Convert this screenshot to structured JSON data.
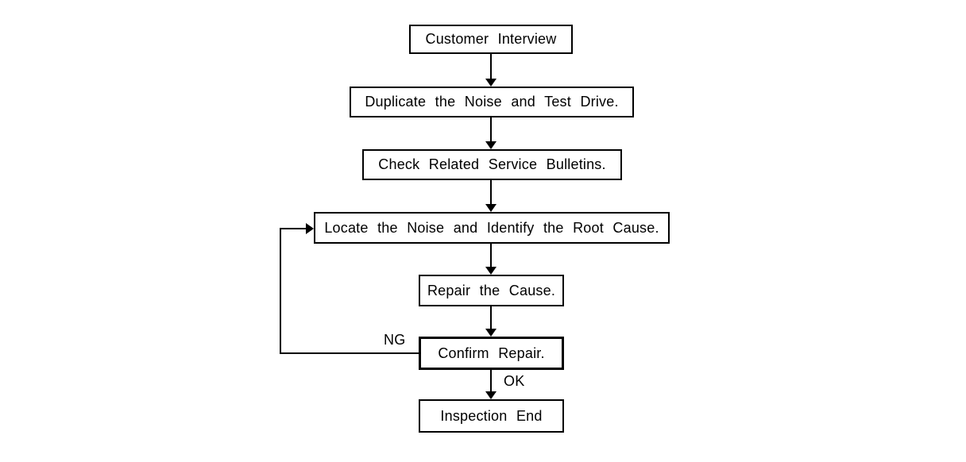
{
  "diagram": {
    "type": "flowchart",
    "boxes": [
      {
        "id": "customer-interview",
        "label": "Customer Interview"
      },
      {
        "id": "duplicate-noise-test-drive",
        "label": "Duplicate the Noise and Test Drive."
      },
      {
        "id": "check-service-bulletins",
        "label": "Check Related Service Bulletins."
      },
      {
        "id": "locate-noise-root-cause",
        "label": "Locate the Noise and Identify the Root Cause."
      },
      {
        "id": "repair-cause",
        "label": "Repair the Cause."
      },
      {
        "id": "confirm-repair",
        "label": "Confirm Repair."
      },
      {
        "id": "inspection-end",
        "label": "Inspection End"
      }
    ],
    "edges": [
      {
        "from": "customer-interview",
        "to": "duplicate-noise-test-drive",
        "label": ""
      },
      {
        "from": "duplicate-noise-test-drive",
        "to": "check-service-bulletins",
        "label": ""
      },
      {
        "from": "check-service-bulletins",
        "to": "locate-noise-root-cause",
        "label": ""
      },
      {
        "from": "locate-noise-root-cause",
        "to": "repair-cause",
        "label": ""
      },
      {
        "from": "repair-cause",
        "to": "confirm-repair",
        "label": ""
      },
      {
        "from": "confirm-repair",
        "to": "inspection-end",
        "label": "OK"
      },
      {
        "from": "confirm-repair",
        "to": "locate-noise-root-cause",
        "label": "NG"
      }
    ],
    "colors": {
      "line": "#000000",
      "text": "#000000",
      "background": "#ffffff",
      "box_fill": "#ffffff"
    }
  }
}
